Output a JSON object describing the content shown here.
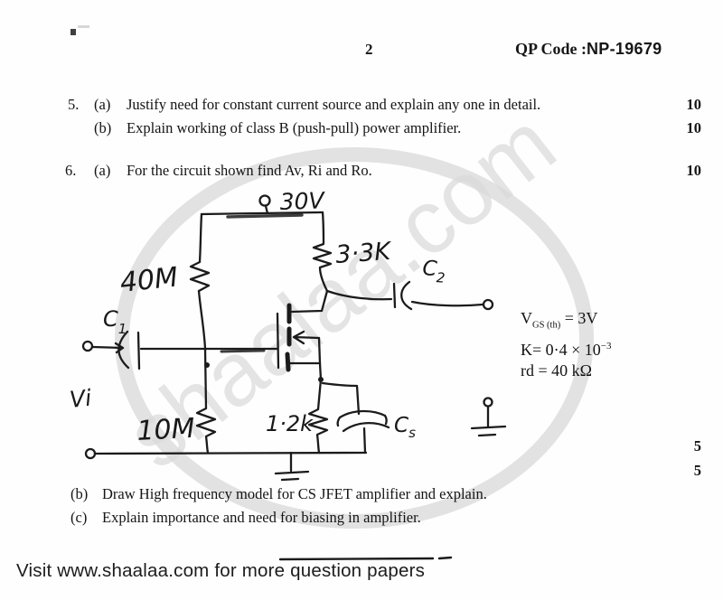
{
  "page": {
    "number": "2",
    "qp_label": "QP Code :",
    "qp_code": "NP-19679"
  },
  "questions": [
    {
      "no": "5.",
      "parts": [
        {
          "label": "(a)",
          "text": "Justify need for constant current source and explain any one in detail.",
          "marks": "10"
        },
        {
          "label": "(b)",
          "text": "Explain working of class B (push-pull) power amplifier.",
          "marks": "10"
        }
      ]
    },
    {
      "no": "6.",
      "parts": [
        {
          "label": "(a)",
          "text": "For the circuit shown find Av, Ri and Ro.",
          "marks": "10"
        },
        {
          "label": "(b)",
          "text": "Draw High frequency model for CS JFET amplifier and explain.",
          "marks": "5"
        },
        {
          "label": "(c)",
          "text": "Explain importance and need for biasing in amplifier.",
          "marks": "5"
        }
      ]
    }
  ],
  "circuit": {
    "supply": "30V",
    "rd_res": "3·3K",
    "r1": "40M",
    "r2": "10M",
    "rs": "1·2k",
    "c1_sym": "C",
    "c1_sub": "1",
    "c2_sym": "C",
    "c2_sub": "2",
    "cs_sym": "C",
    "cs_sub": "s",
    "vi": "Vi",
    "params": {
      "vgs_sym": "V",
      "vgs_sub": "GS (th)",
      "vgs_val": " = 3V",
      "k_base": "K= 0·4 × 10",
      "k_exp": "−3",
      "rd": "rd = 40 kΩ"
    }
  },
  "watermark": {
    "text": "shaalaa.com"
  },
  "footer": {
    "text": "Visit www.shaalaa.com for more question papers"
  },
  "colors": {
    "ink": "#1b1b1b",
    "watermark_ring": "#e2e2e2",
    "watermark_text": "#dbdbdb",
    "paper": "#fefefe"
  }
}
